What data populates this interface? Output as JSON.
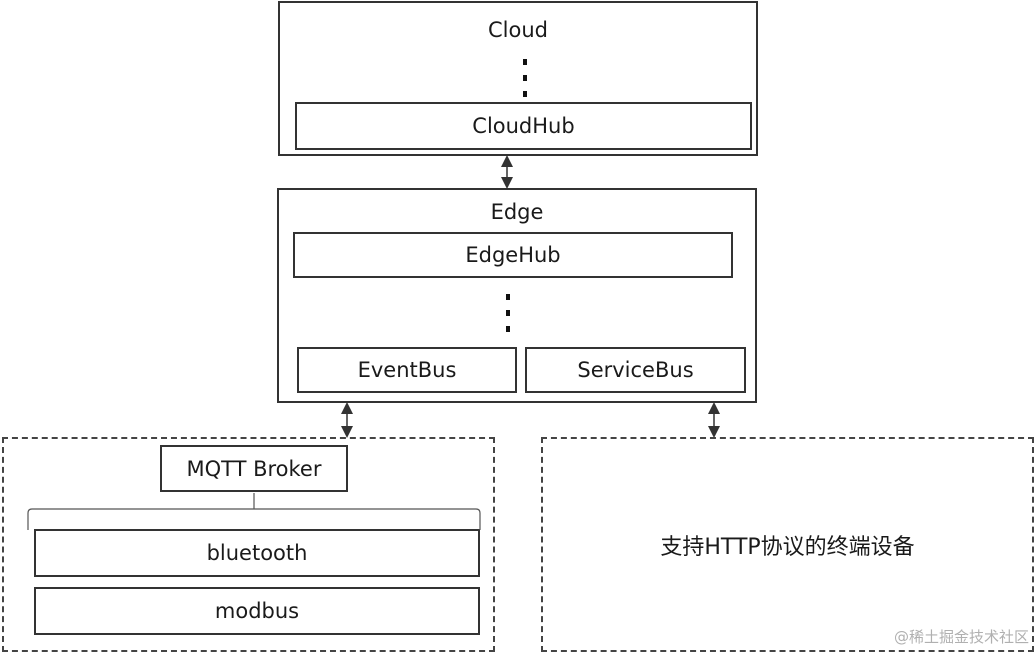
{
  "cloud": {
    "title": "Cloud",
    "hub": "CloudHub"
  },
  "edge": {
    "title": "Edge",
    "hub": "EdgeHub",
    "event_bus": "EventBus",
    "service_bus": "ServiceBus"
  },
  "devices_left": {
    "broker": "MQTT Broker",
    "items": [
      "bluetooth",
      "modbus"
    ]
  },
  "devices_right": {
    "label": "支持HTTP协议的终端设备"
  },
  "watermark": "@稀土掘金技术社区"
}
